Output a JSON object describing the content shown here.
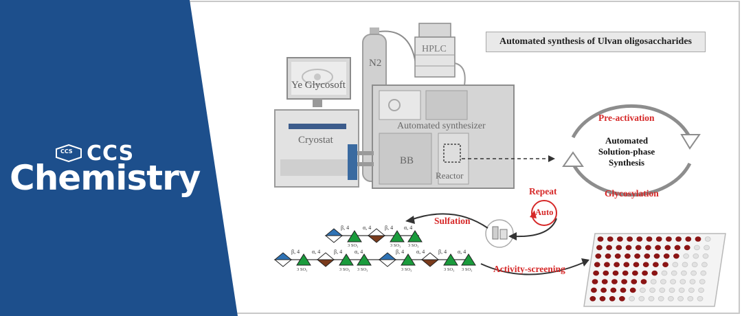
{
  "brand": {
    "logo_text": "CCS",
    "name_top": "CCS",
    "name_main": "Chemistry",
    "panel_color": "#1d4f8c"
  },
  "figure": {
    "title": "Automated synthesis of Ulvan oligosaccharides",
    "equipment": {
      "monitor": "Ye Glycosoft",
      "cylinder": "N2",
      "hplc": "HPLC",
      "cryostat": "Cryostat",
      "synthesizer": "Automated synthesizer",
      "bb": "BB",
      "reactor": "Reactor"
    },
    "cycle": {
      "top": "Pre-activation",
      "center": [
        "Automated",
        "Solution-phase",
        "Synthesis"
      ],
      "bottom": "Glycosylation",
      "repeat": "Repeat",
      "auto": "Auto"
    },
    "steps": {
      "sulfation": "Sulfation",
      "screening": "Activity-screening"
    },
    "linkages": {
      "beta": "β, 4",
      "alpha": "α, 4",
      "sulfate": "3 SO₃"
    },
    "colors": {
      "accent_red": "#d62828",
      "glycan_green": "#1a9b3c",
      "glycan_blue": "#2f73b5",
      "glycan_brown": "#7a3b1c",
      "well_red": "#8b1515"
    }
  }
}
